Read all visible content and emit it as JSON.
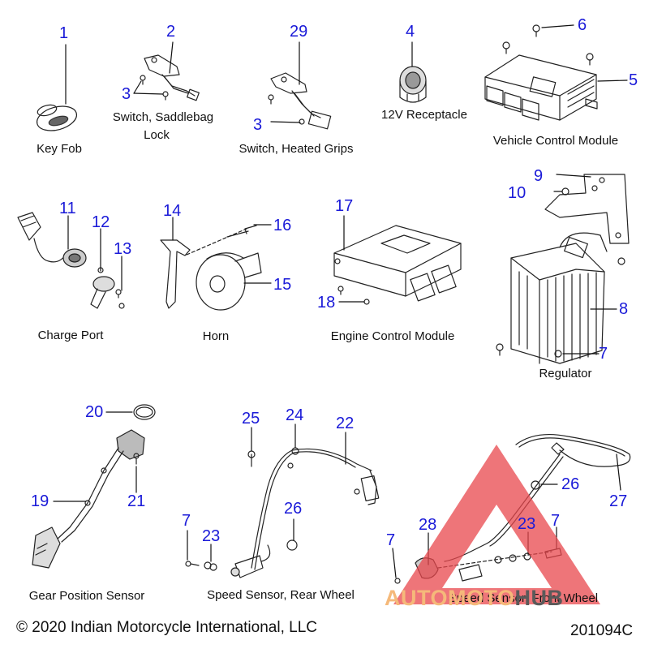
{
  "labels": {
    "n1": "1",
    "n2": "2",
    "n29": "29",
    "n4": "4",
    "n6": "6",
    "n5": "5",
    "n3a": "3",
    "n3b": "3",
    "n9": "9",
    "n10": "10",
    "n11": "11",
    "n12": "12",
    "n13": "13",
    "n14": "14",
    "n16": "16",
    "n15": "15",
    "n17": "17",
    "n18": "18",
    "n8": "8",
    "n7a": "7",
    "n20": "20",
    "n21": "21",
    "n19": "19",
    "n25": "25",
    "n24": "24",
    "n22": "22",
    "n26a": "26",
    "n7b": "7",
    "n23a": "23",
    "n26b": "26",
    "n27": "27",
    "n28": "28",
    "n23b": "23",
    "n7c": "7",
    "n7d": "7"
  },
  "captions": {
    "key_fob": "Key Fob",
    "saddlebag_1": "Switch, Saddlebag",
    "saddlebag_2": "Lock",
    "heated_grips": "Switch, Heated Grips",
    "receptacle": "12V Receptacle",
    "vcm": "Vehicle Control Module",
    "charge_port": "Charge Port",
    "horn": "Horn",
    "ecm": "Engine Control Module",
    "regulator": "Regulator",
    "gear_sensor": "Gear Position Sensor",
    "rear_sensor": "Speed Sensor, Rear Wheel",
    "front_sensor": "Speed Sensor, Front Wheel"
  },
  "footer": {
    "copyright": "© 2020 Indian Motorcycle International, LLC",
    "doc_number": "201094C"
  },
  "watermark": {
    "part1": "AUTOMOTO",
    "part2": "HUB"
  },
  "colors": {
    "label_blue": "#1a1ad8",
    "watermark_red": "#e8474c",
    "watermark_orange": "#f5b97a",
    "watermark_gray": "#5a5a5a"
  }
}
